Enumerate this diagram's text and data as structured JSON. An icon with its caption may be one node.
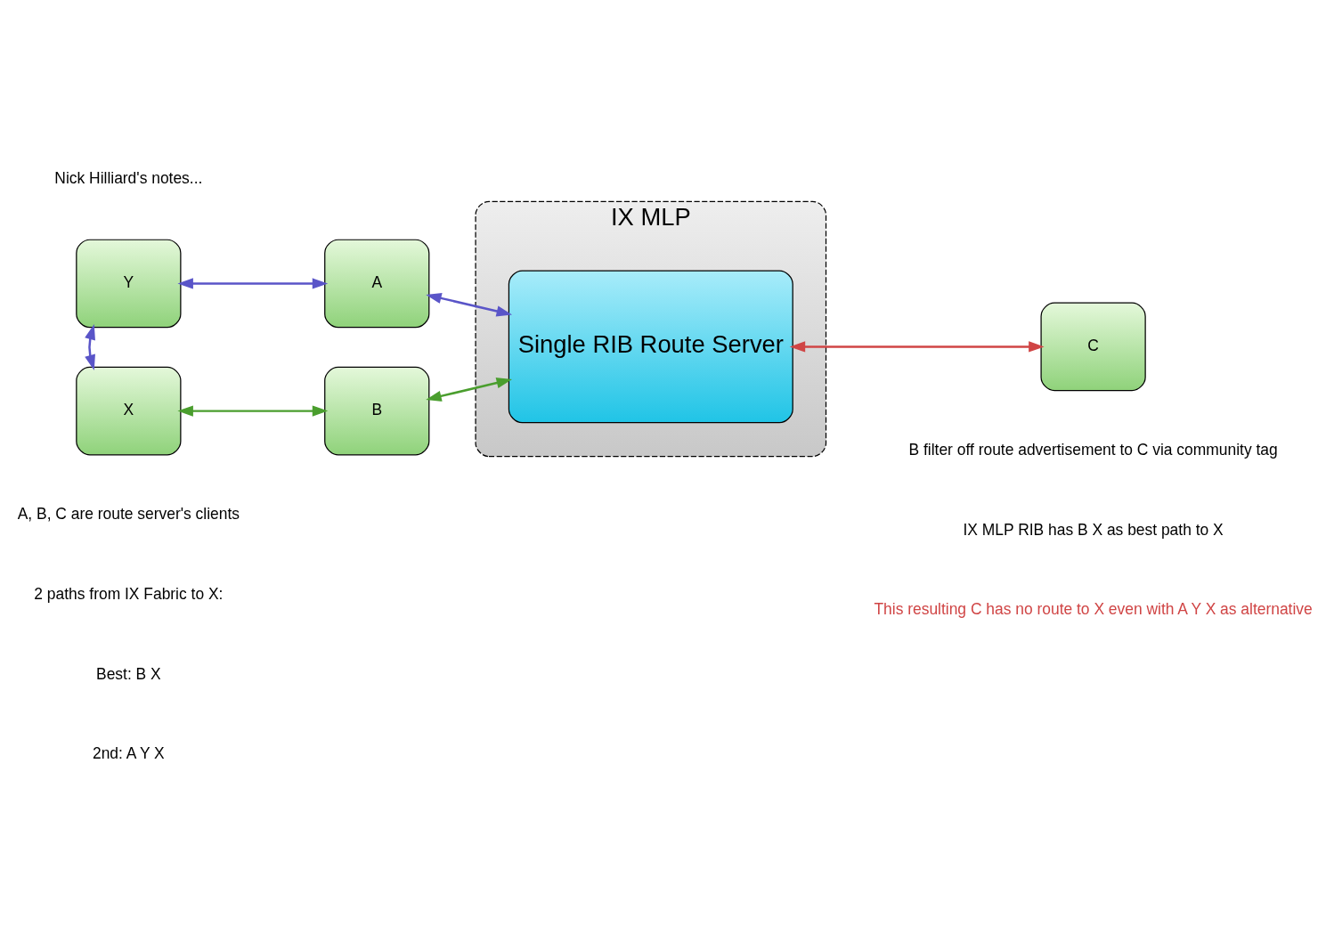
{
  "diagram": {
    "nodes": [
      {
        "text": [
          "IX MLP"
        ]
      },
      {
        "text": [
          "Single RIB Route Server"
        ],
        "in": 0
      },
      {
        "text": [
          "Y"
        ]
      },
      {
        "text": [
          "A"
        ]
      },
      {
        "text": [
          "X"
        ]
      },
      {
        "text": [
          "B"
        ]
      },
      {
        "text": [
          "C"
        ]
      }
    ],
    "edges": [
      {
        "from": 2,
        "to": 3,
        "arrow": "both"
      },
      {
        "from": 2,
        "to": 4,
        "arrow": "both"
      },
      {
        "from": 3,
        "to": 1,
        "arrow": "both"
      },
      {
        "from": 4,
        "to": 5,
        "arrow": "both",
        "color": "#4a9e2e"
      },
      {
        "from": 5,
        "to": 1,
        "arrow": "both",
        "color": "#4a9e2e"
      },
      {
        "from": 1,
        "to": 6,
        "arrow": "both",
        "color": "#d04545"
      }
    ],
    "labels": [
      "Nick Hilliard's notes...",
      "A, B, C are route server's clients",
      "2 paths from IX Fabric to X:",
      "Best: B X",
      "2nd: A Y X",
      "B filter off route advertisement to C via community tag",
      "IX MLP RIB has B X as best path to X",
      "This resulting C has no route to X even with A Y X as alternative"
    ]
  }
}
